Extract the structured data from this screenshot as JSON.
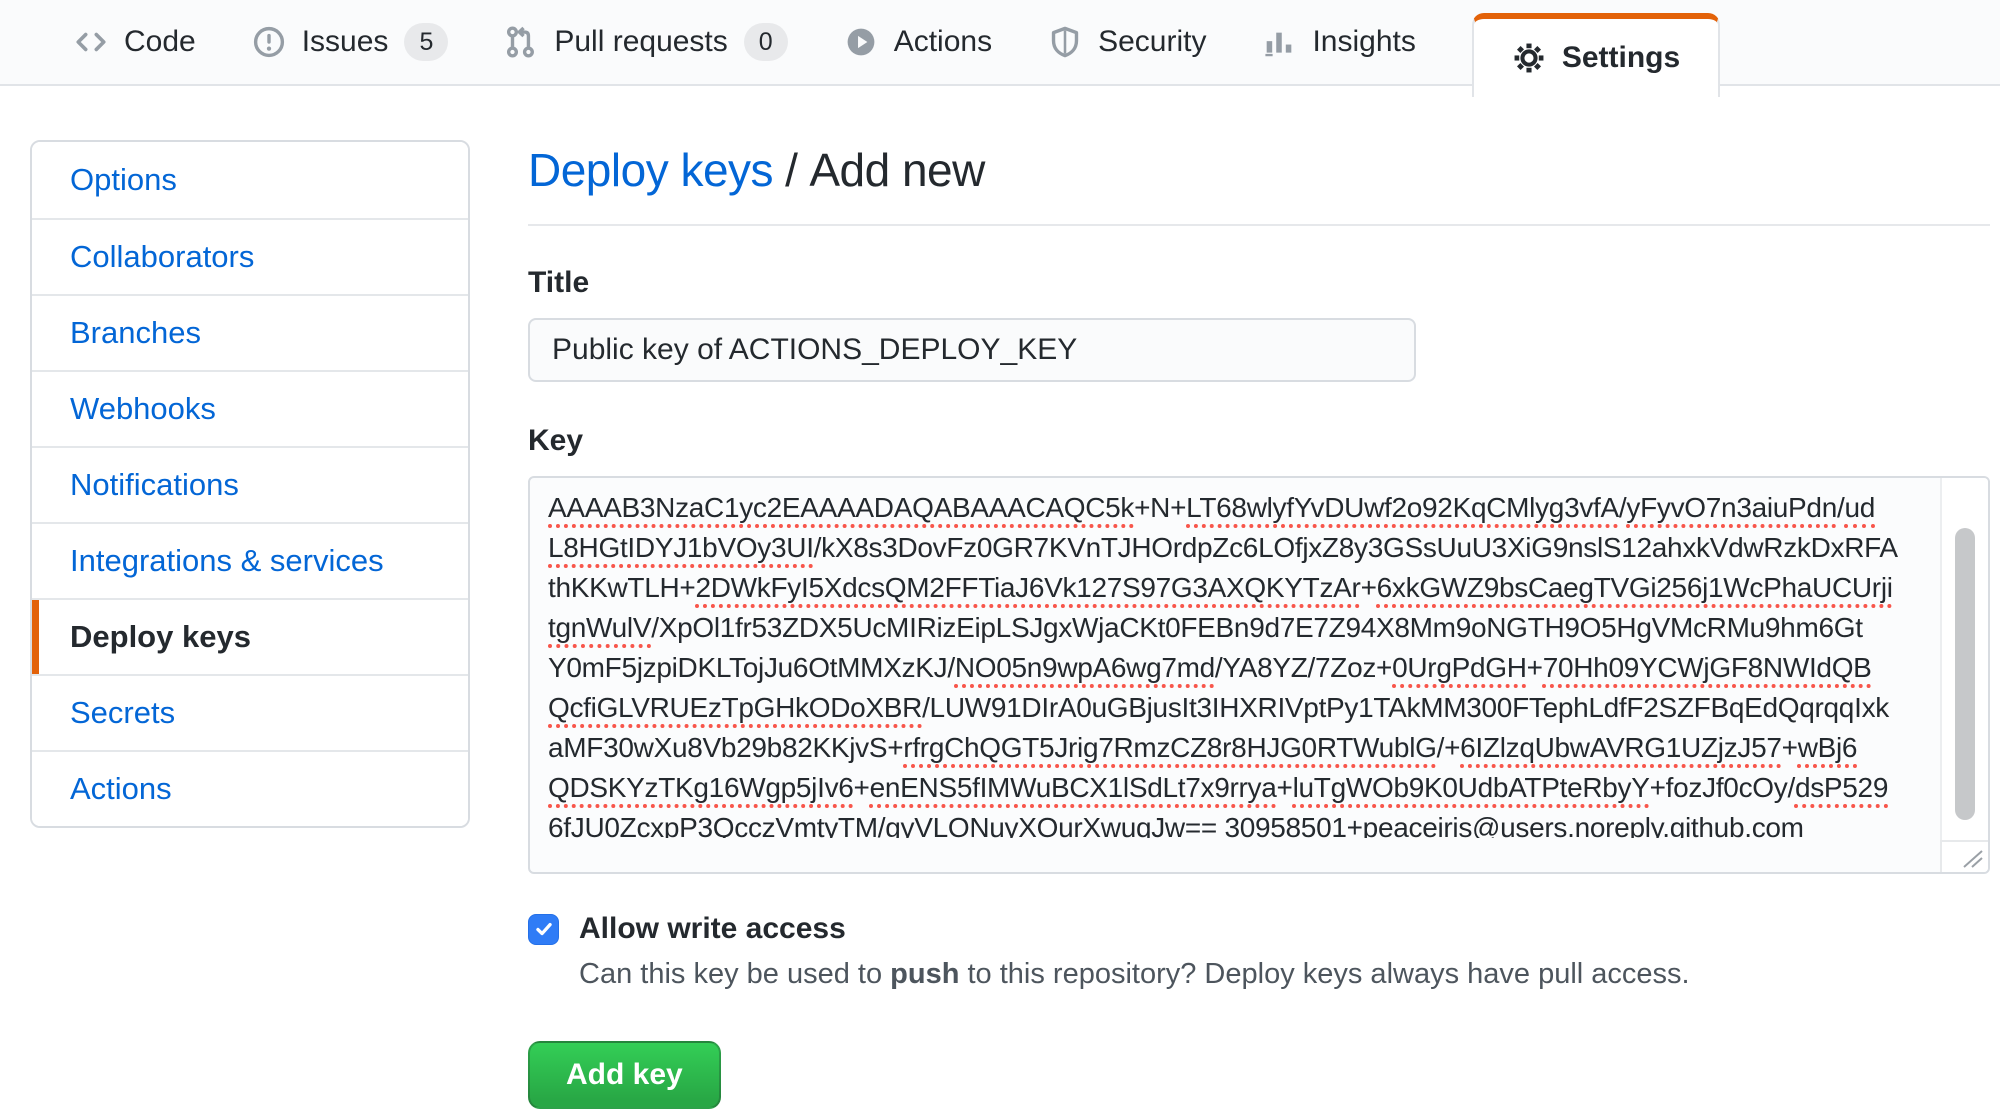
{
  "nav": {
    "tabs": [
      {
        "label": "Code"
      },
      {
        "label": "Issues",
        "badge": "5"
      },
      {
        "label": "Pull requests",
        "badge": "0"
      },
      {
        "label": "Actions"
      },
      {
        "label": "Security"
      },
      {
        "label": "Insights"
      },
      {
        "label": "Settings",
        "active": true
      }
    ]
  },
  "sidebar": {
    "items": [
      {
        "label": "Options",
        "active": false
      },
      {
        "label": "Collaborators",
        "active": false
      },
      {
        "label": "Branches",
        "active": false
      },
      {
        "label": "Webhooks",
        "active": false
      },
      {
        "label": "Notifications",
        "active": false
      },
      {
        "label": "Integrations & services",
        "active": false
      },
      {
        "label": "Deploy keys",
        "active": true
      },
      {
        "label": "Secrets",
        "active": false
      },
      {
        "label": "Actions",
        "active": false
      }
    ]
  },
  "page": {
    "breadcrumb_parent": "Deploy keys",
    "breadcrumb_separator": "/",
    "breadcrumb_current": "Add new",
    "title_label": "Title",
    "title_value": "Public key of ACTIONS_DEPLOY_KEY",
    "key_label": "Key",
    "checkbox_label": "Allow write access",
    "checkbox_checked": true,
    "note_before": "Can this key be used to ",
    "note_bold": "push",
    "note_after": " to this repository? Deploy keys always have pull access.",
    "submit_label": "Add key"
  },
  "key_lines": [
    [
      {
        "t": "AAAAB3NzaC1yc2EAAAADAQABAAACAQC5k",
        "m": true
      },
      {
        "t": "+N+",
        "m": false
      },
      {
        "t": "LT68wlyfYvDUwf2o92KqCMlyg3vfA",
        "m": true
      },
      {
        "t": "/",
        "m": false
      },
      {
        "t": "yFyvO7n3aiuPdn",
        "m": true
      },
      {
        "t": "/",
        "m": false
      },
      {
        "t": "ud",
        "m": true
      }
    ],
    [
      {
        "t": "L8HGtIDYJ1bVOy3UI",
        "m": true
      },
      {
        "t": "/kX8s3DovFz0GR7KVnTJHOrdpZc6LOfjxZ8y3GSsUuU3XiG9nslS12ahxkVdwRzkDxRFA",
        "m": false
      }
    ],
    [
      {
        "t": "thKKwTLH+",
        "m": false
      },
      {
        "t": "2DWkFyI5XdcsQM2FFTiaJ6Vk127S97G3AXQKYTzAr",
        "m": true
      },
      {
        "t": "+",
        "m": false
      },
      {
        "t": "6xkGWZ9bsCaegTVGi256j1WcPhaUCUrji",
        "m": true
      }
    ],
    [
      {
        "t": "tgnWulV",
        "m": true
      },
      {
        "t": "/XpOl1fr53ZDX5UcMIRizEipLSJgxWjaCKt0FEBn9d7E7Z94X8Mm9oNGTH9O5HgVMcRMu9hm6Gt",
        "m": false
      }
    ],
    [
      {
        "t": "Y0mF5jzpiDKLTojJu6OtMMXzKJ/",
        "m": false
      },
      {
        "t": "NO05n9wpA6wg7md",
        "m": true
      },
      {
        "t": "/YA8YZ/7Zoz+",
        "m": false
      },
      {
        "t": "0UrgPdGH",
        "m": true
      },
      {
        "t": "+",
        "m": false
      },
      {
        "t": "70Hh09YCWjGF8NWIdQB",
        "m": true
      }
    ],
    [
      {
        "t": "QcfiGLVRUEzTpGHkODoXBR",
        "m": true
      },
      {
        "t": "/LUW91DIrA0uGBjusIt3IHXRIVptPy1TAkMM300FTephLdfF2SZFBqEdQqrqqIxk",
        "m": false
      }
    ],
    [
      {
        "t": "aMF30wXu8Vb29b82KKjvS+",
        "m": false
      },
      {
        "t": "rfrgChQGT5Jrig7RmzCZ8r8HJG0RTWublG",
        "m": true
      },
      {
        "t": "/+",
        "m": false
      },
      {
        "t": "6IZlzqUbwAVRG1UZjzJ57",
        "m": true
      },
      {
        "t": "+",
        "m": false
      },
      {
        "t": "wBj6",
        "m": true
      }
    ],
    [
      {
        "t": "QDSKYzTKg16Wgp5jIv6",
        "m": true
      },
      {
        "t": "+",
        "m": false
      },
      {
        "t": "enENS5fIMWuBCX1lSdLt7x9rrya",
        "m": true
      },
      {
        "t": "+",
        "m": false
      },
      {
        "t": "luTgWOb9K0UdbATPteRbyY",
        "m": true
      },
      {
        "t": "+fozJf0cOy/",
        "m": false
      },
      {
        "t": "dsP529",
        "m": true
      }
    ],
    [
      {
        "t": "6fJU0ZcxpP3QcczVmtyTM",
        "m": true
      },
      {
        "t": "/",
        "m": false
      },
      {
        "t": "gyVLONuyXOurXwuqJw",
        "m": true
      },
      {
        "t": "== 30958501+peaceiris@users.noreply.github.com",
        "m": false
      }
    ]
  ],
  "colors": {
    "accent_orange": "#e36209",
    "link_blue": "#0366d6",
    "button_green": "#28a745",
    "checkbox_blue": "#2f7cf6",
    "misspell_red": "#f8564b",
    "nav_bg": "#fafbfc",
    "border": "#e1e4e8"
  }
}
